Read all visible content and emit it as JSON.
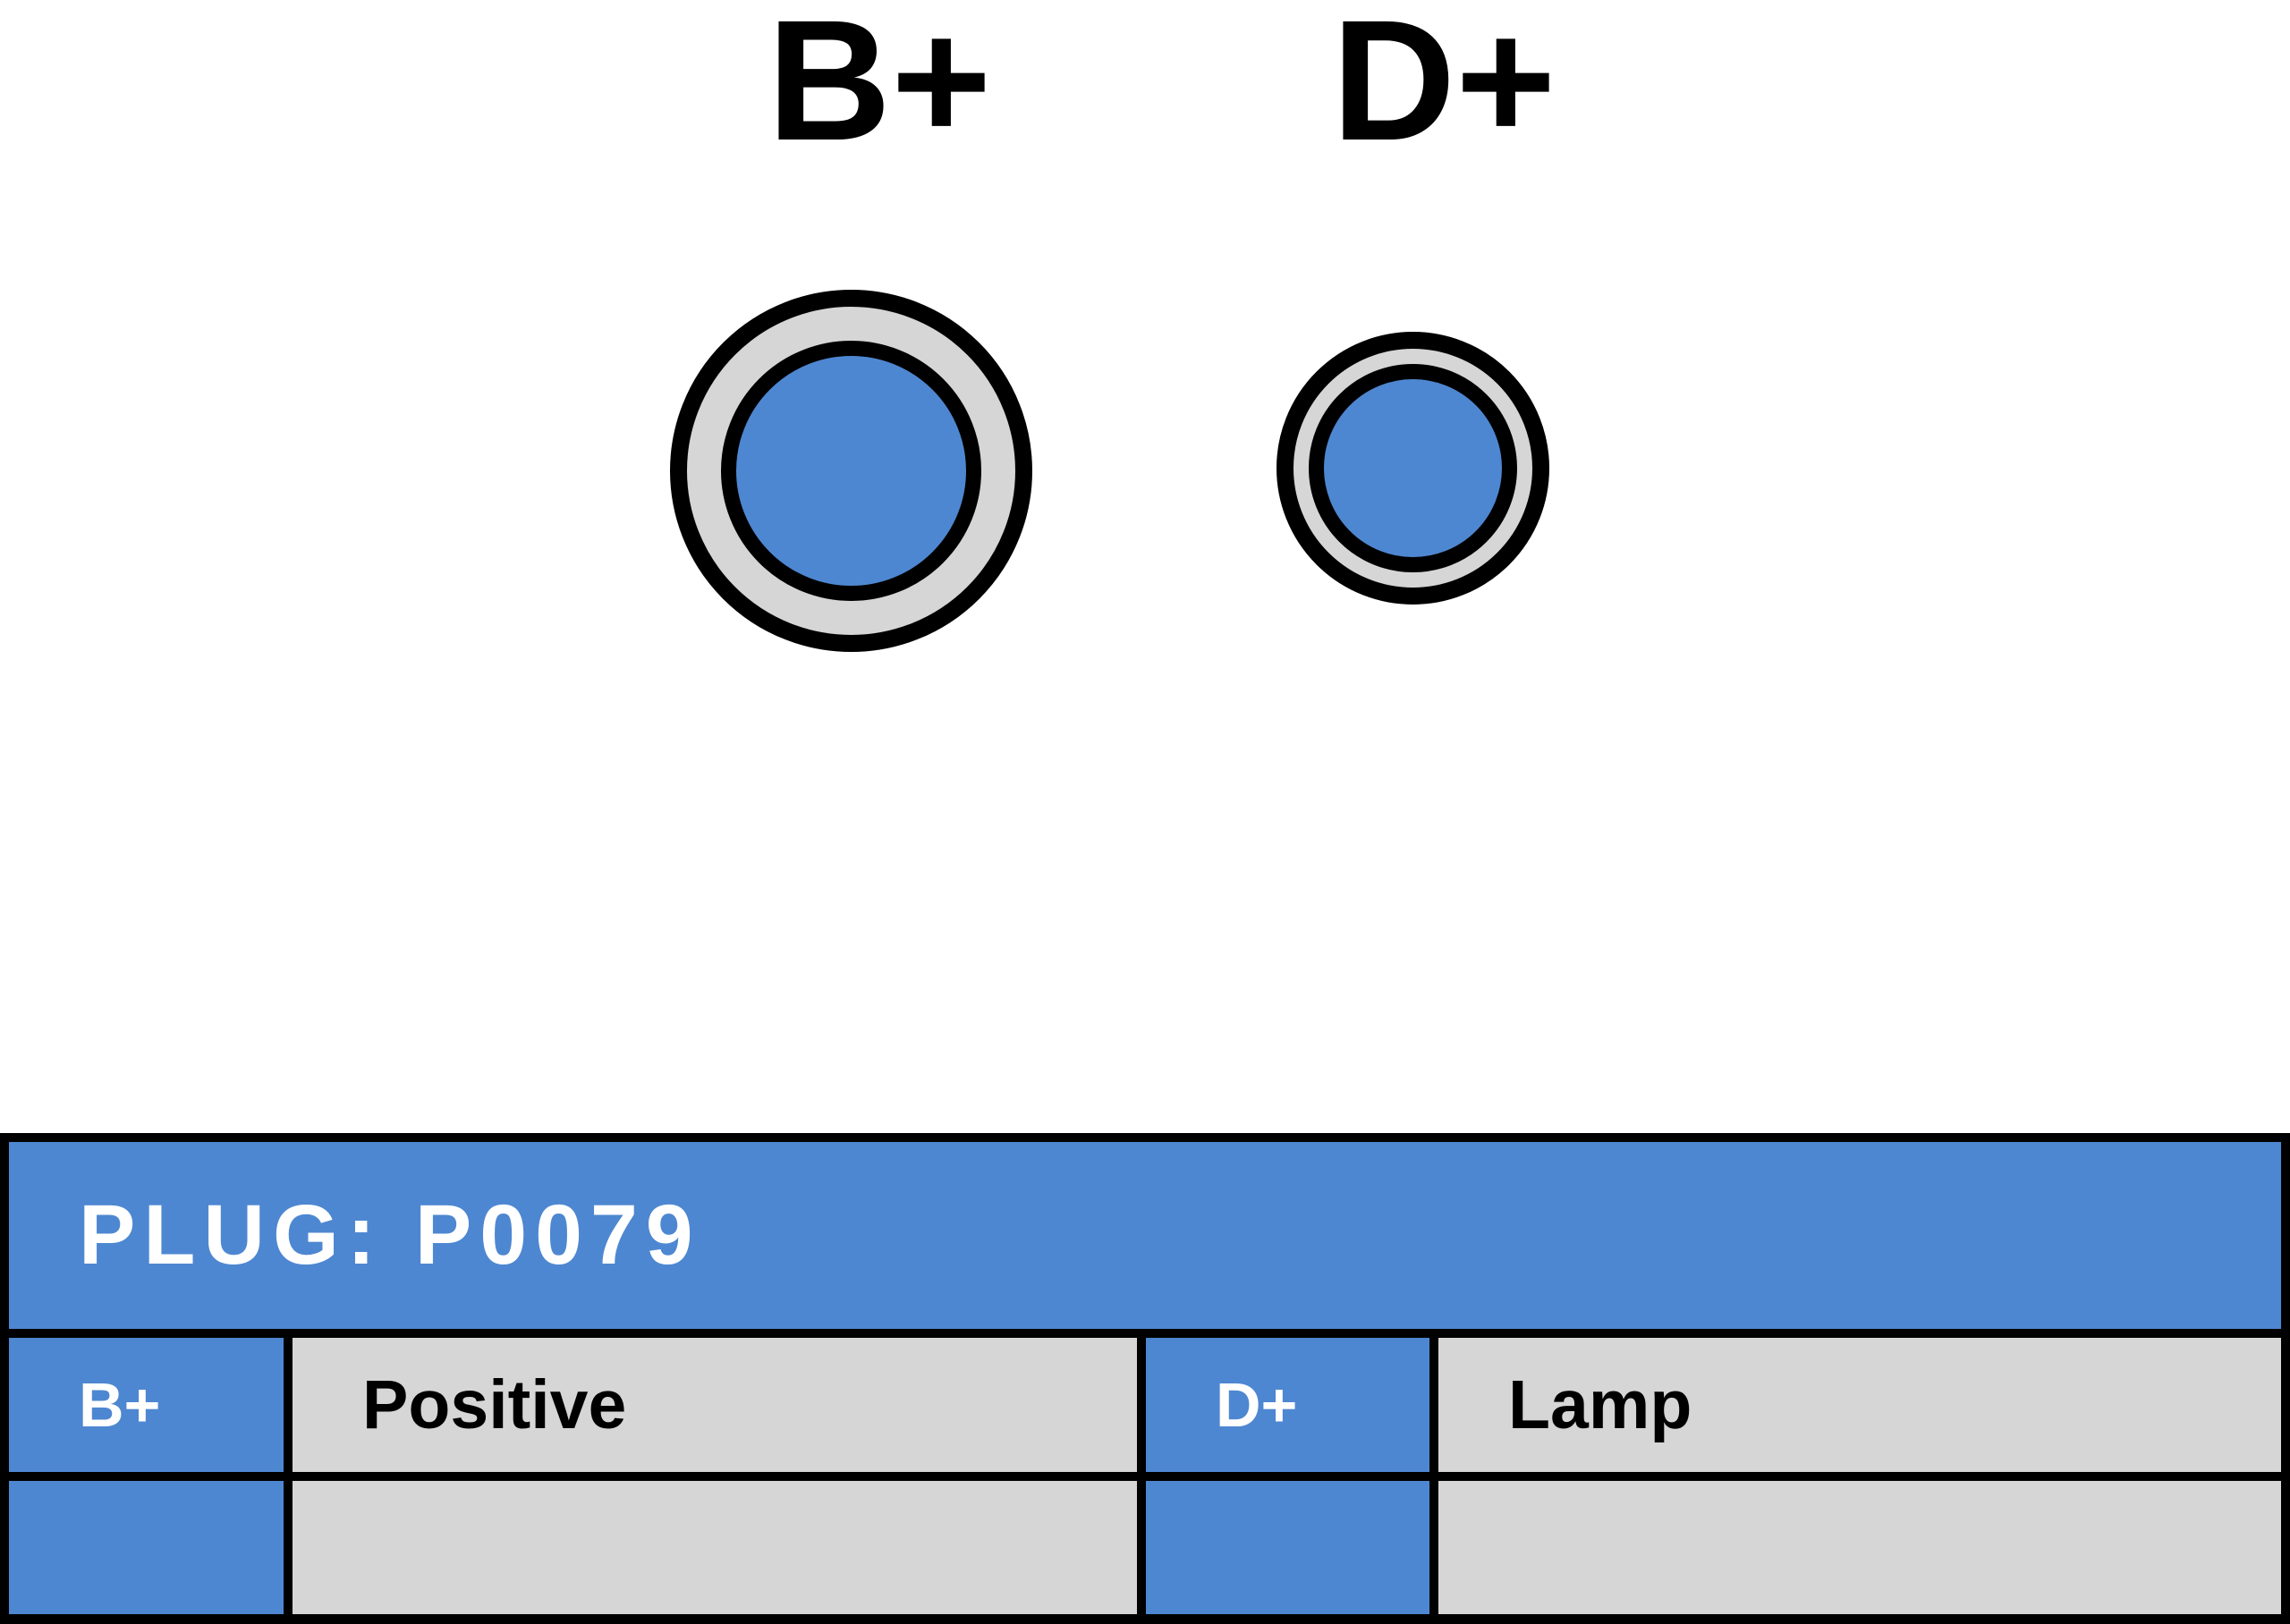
{
  "diagram": {
    "terminals": [
      {
        "label": "B+"
      },
      {
        "label": "D+"
      }
    ]
  },
  "table": {
    "title": "PLUG: P0079",
    "pins": [
      {
        "id": "B+",
        "function": "Positive"
      },
      {
        "id": "D+",
        "function": "Lamp"
      }
    ]
  },
  "colors": {
    "accent-blue": "#4E87D1",
    "cell-gray": "#D6D6D6",
    "line-black": "#000000",
    "text-white": "#FFFFFF",
    "background": "#FFFFFF"
  }
}
